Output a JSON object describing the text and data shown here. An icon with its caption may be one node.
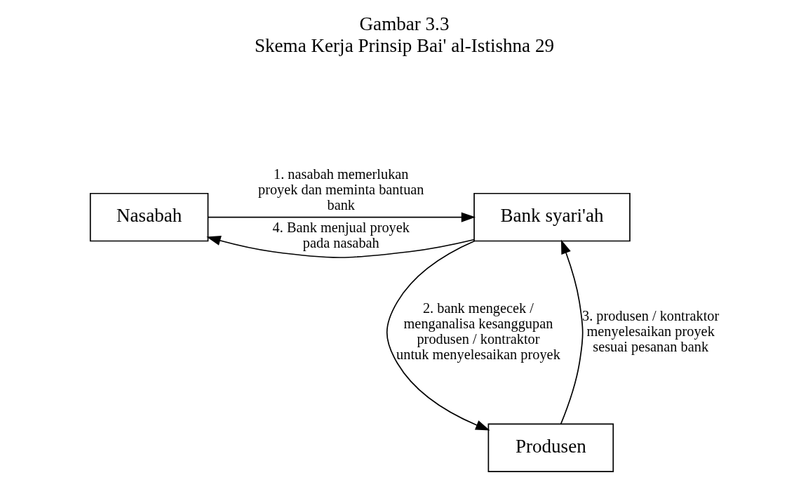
{
  "diagram": {
    "title": "Gambar 3.3",
    "caption": "Skema Kerja Prinsip Bai' al-Istishna 29",
    "nodes": [
      {
        "text": [
          "Nasabah"
        ]
      },
      {
        "text": [
          "Bank syari'ah"
        ]
      },
      {
        "text": [
          "Produsen"
        ]
      }
    ],
    "edges": [
      {
        "from": 0,
        "to": 1,
        "arrow": "to",
        "label": "1. nasabah memerlukan proyek dan meminta bantuan bank"
      },
      {
        "from": 1,
        "to": 2,
        "arrow": "to",
        "label": "2. bank mengecek / menganalisa kesanggupan produsen / kontraktor untuk menyelesaikan proyek"
      },
      {
        "from": 2,
        "to": 1,
        "arrow": "to",
        "label": "3. produsen / kontraktor menyelesaikan proyek sesuai pesanan bank"
      },
      {
        "from": 1,
        "to": 0,
        "arrow": "to",
        "label": "4. Bank menjual proyek pada nasabah"
      }
    ]
  }
}
